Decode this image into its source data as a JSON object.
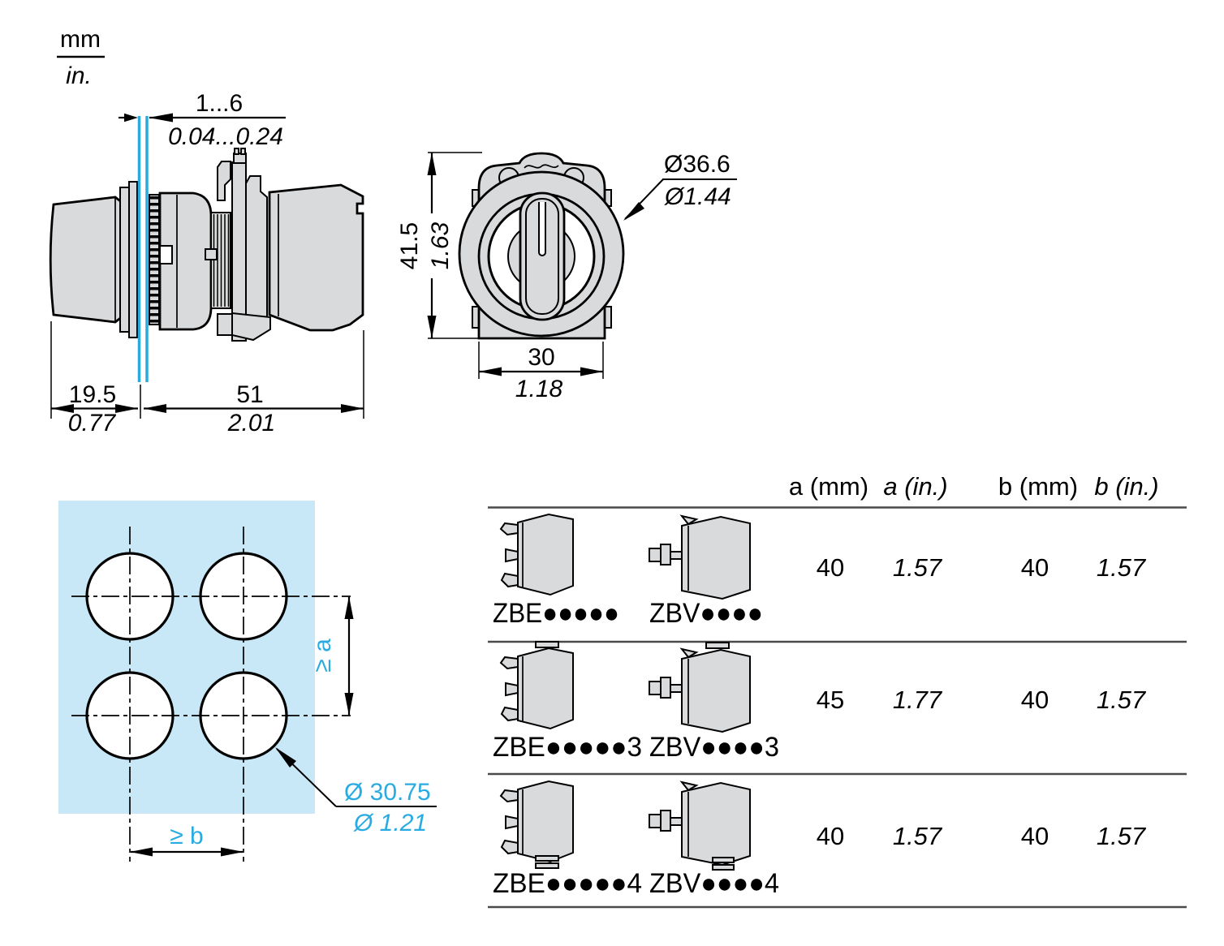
{
  "legend": {
    "metric_unit": "mm",
    "imperial_unit": "in."
  },
  "side_view": {
    "panel_thickness": {
      "mm": "1...6",
      "in": "0.04...0.24"
    },
    "cap_depth": {
      "mm": "19.5",
      "in": "0.77"
    },
    "body_depth": {
      "mm": "51",
      "in": "2.01"
    }
  },
  "front_view": {
    "height": {
      "mm": "41.5",
      "in": "1.63"
    },
    "width": {
      "mm": "30",
      "in": "1.18"
    },
    "bezel_diameter": {
      "mm": "Ø36.6",
      "in": "Ø1.44"
    }
  },
  "drilling": {
    "row_spacing_label": "≥ a",
    "col_spacing_label": "≥ b",
    "hole_diameter": {
      "mm": "Ø 30.75",
      "in": "Ø 1.21"
    }
  },
  "table": {
    "headers": [
      "a (mm)",
      "a (in.)",
      "b (mm)",
      "b (in.)"
    ],
    "rows": [
      {
        "ref_zbe": "ZBE●●●●●",
        "ref_zbv": "ZBV●●●●",
        "a_mm": "40",
        "a_in": "1.57",
        "b_mm": "40",
        "b_in": "1.57"
      },
      {
        "ref_zbe": "ZBE●●●●●3",
        "ref_zbv": "ZBV●●●●3",
        "a_mm": "45",
        "a_in": "1.77",
        "b_mm": "40",
        "b_in": "1.57"
      },
      {
        "ref_zbe": "ZBE●●●●●4",
        "ref_zbv": "ZBV●●●●4",
        "a_mm": "40",
        "a_in": "1.57",
        "b_mm": "40",
        "b_in": "1.57"
      }
    ]
  },
  "colors": {
    "accent_blue": "#29ABE2",
    "panel_fill": "#C8E8F7",
    "part_fill": "#D9DADB",
    "line": "#000000",
    "table_rule": "#4A4A4A"
  }
}
